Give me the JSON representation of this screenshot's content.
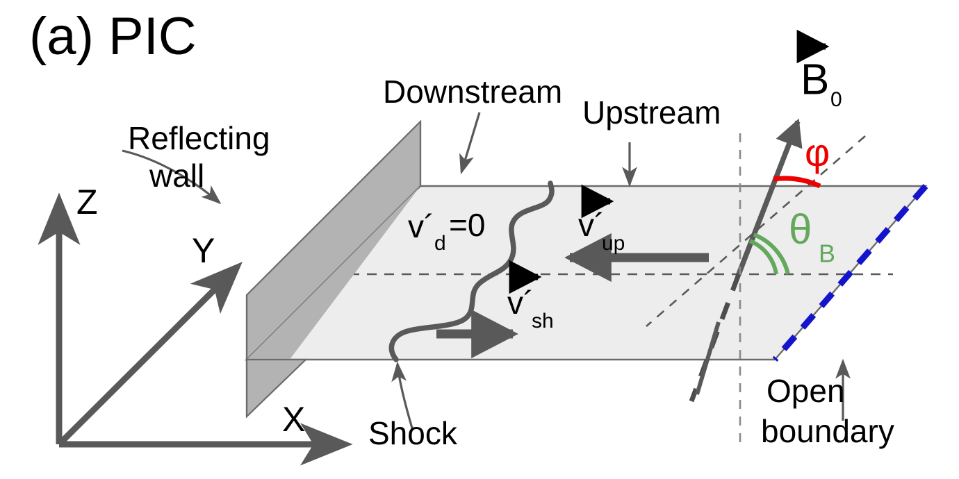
{
  "figure": {
    "panel_label": "(a) PIC",
    "type": "schematic-diagram",
    "domain": "particle-in-cell shock simulation setup"
  },
  "colors": {
    "wall_fill": "#b3b3b3",
    "plane_fill": "#ededed",
    "line_gray": "#595959",
    "thin_gray": "#6b6b6b",
    "angle_phi": "#ee0000",
    "angle_theta": "#63a85c",
    "open_boundary": "#1414cc",
    "text": "#000000",
    "background": "#ffffff"
  },
  "axes": {
    "x_label": "X",
    "y_label": "Y",
    "z_label": "Z"
  },
  "labels": {
    "reflecting_wall_line1": "Reflecting",
    "reflecting_wall_line2": "wall",
    "downstream": "Downstream",
    "upstream": "Upstream",
    "shock": "Shock",
    "open_boundary_line1": "Open",
    "open_boundary_line2": "boundary"
  },
  "velocities": {
    "downstream_symbol": "v´",
    "downstream_sub": "d",
    "downstream_value": "=0",
    "upstream_symbol": "v´",
    "upstream_sub": "up",
    "shock_symbol": "v´",
    "shock_sub": "sh"
  },
  "field": {
    "symbol": "B",
    "subscript": "0",
    "vector_overbar": "arrow-right-overbar"
  },
  "angles": {
    "phi_symbol": "φ",
    "theta_symbol": "θ",
    "theta_sub": "B"
  },
  "icons": {
    "arrow_right_small": "arrow-right-icon",
    "arrow_left_large": "arrow-left-icon",
    "arrow_up": "arrow-up-icon",
    "arrow_down": "arrow-down-icon",
    "curved_pointer": "curved-arrow-icon"
  }
}
